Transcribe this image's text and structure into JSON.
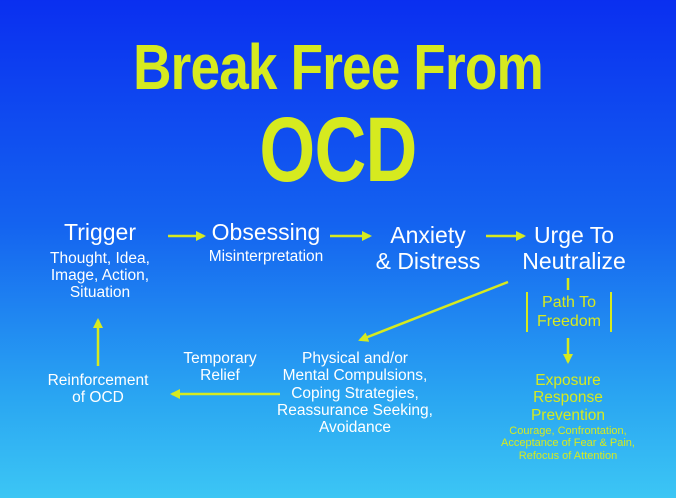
{
  "title": {
    "line1": "Break Free From",
    "line2": "OCD"
  },
  "nodes": {
    "trigger": {
      "title": "Trigger",
      "l1": "Thought, Idea,",
      "l2": "Image, Action,",
      "l3": "Situation"
    },
    "obsessing": {
      "title": "Obsessing",
      "sub": "Misinterpretation"
    },
    "anxiety": {
      "l1": "Anxiety",
      "l2": "& Distress"
    },
    "urge": {
      "l1": "Urge To",
      "l2": "Neutralize"
    },
    "path": {
      "l1": "Path To",
      "l2": "Freedom"
    },
    "erp": {
      "l1": "Exposure",
      "l2": "Response",
      "l3": "Prevention",
      "d1": "Courage, Confrontation,",
      "d2": "Acceptance of Fear & Pain,",
      "d3": "Refocus of Attention"
    },
    "compulsions": {
      "l1": "Physical and/or",
      "l2": "Mental Compulsions,",
      "l3": "Coping Strategies,",
      "l4": "Reassurance Seeking,",
      "l5": "Avoidance"
    },
    "relief": {
      "l1": "Temporary",
      "l2": "Relief"
    },
    "reinforcement": {
      "l1": "Reinforcement",
      "l2": "of OCD"
    }
  },
  "colors": {
    "accent": "#d6ea1f",
    "text": "#ffffff",
    "bg_top": "#0a2ff0",
    "bg_bottom": "#3cc6f4"
  }
}
